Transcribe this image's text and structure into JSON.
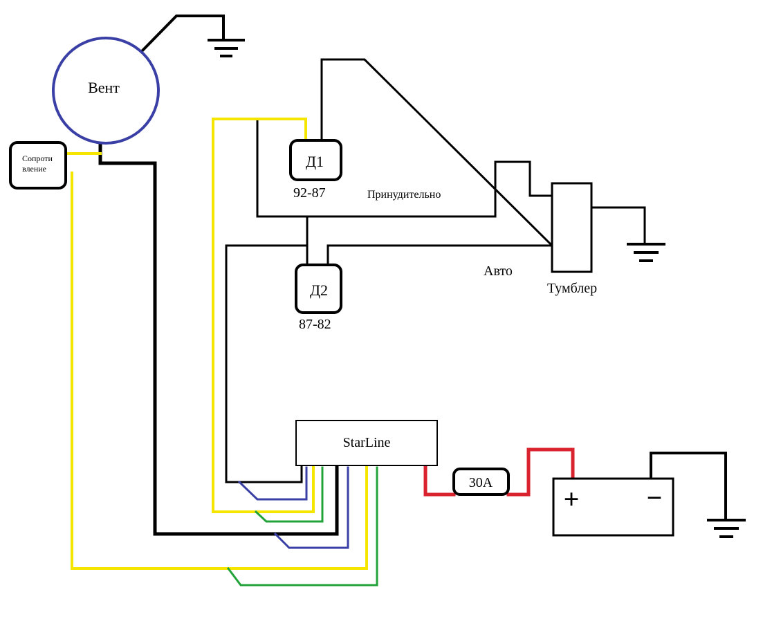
{
  "labels": {
    "fan": "Вент",
    "resistor_line1": "Сопроти",
    "resistor_line2": "вление",
    "sensor1": "Д1",
    "sensor1_range": "92-87",
    "sensor2": "Д2",
    "sensor2_range": "87-82",
    "forced": "Принудительно",
    "auto": "Авто",
    "toggle": "Тумблер",
    "controller": "StarLine",
    "fuse": "30А",
    "plus": "+",
    "minus": "−"
  },
  "colors": {
    "black": "#000000",
    "yellow": "#f5e600",
    "blue": "#3a3fa5",
    "green": "#22a33a",
    "red": "#d9232e",
    "fan_outline": "#3a3fa5"
  }
}
